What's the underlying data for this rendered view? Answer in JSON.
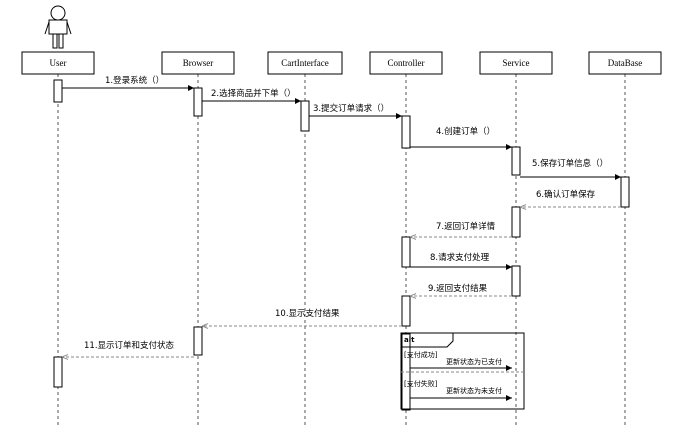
{
  "participants": [
    {
      "label": "User"
    },
    {
      "label": "Browser"
    },
    {
      "label": "CartInterface"
    },
    {
      "label": "Controller"
    },
    {
      "label": "Service"
    },
    {
      "label": "DataBase"
    }
  ],
  "messages": [
    {
      "label": "1.登录系统（）"
    },
    {
      "label": "2.选择商品并下单（）"
    },
    {
      "label": "3.提交订单请求（）"
    },
    {
      "label": "4.创建订单（）"
    },
    {
      "label": "5.保存订单信息（）"
    },
    {
      "label": "6.确认订单保存"
    },
    {
      "label": "7.返回订单详情"
    },
    {
      "label": "8.请求支付处理"
    },
    {
      "label": "9.返回支付结果"
    },
    {
      "label": "10.显示支付结果"
    },
    {
      "label": "11.显示订单和支付状态"
    }
  ],
  "alt_fragment": {
    "label": "alt",
    "guard_success": "[支付成功]",
    "message_success": "更新状态为已支付",
    "guard_failure": "[支付失败]",
    "message_failure": "更新状态为未支付"
  }
}
